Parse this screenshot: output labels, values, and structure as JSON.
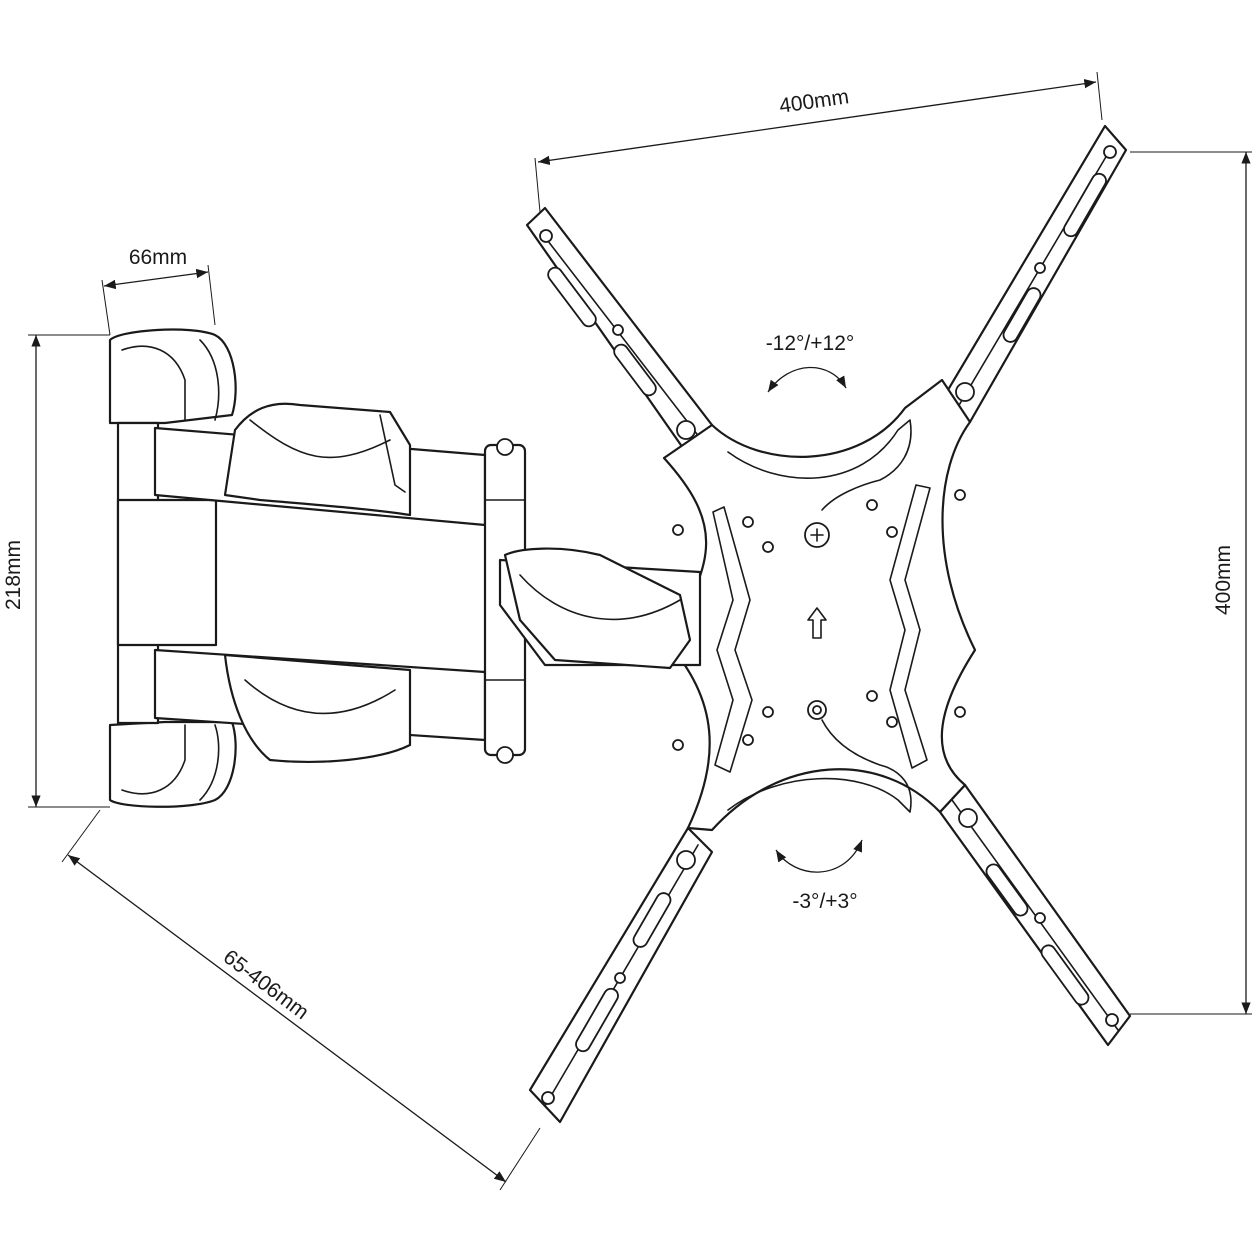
{
  "dimensions": {
    "plate_width": "400mm",
    "plate_height": "400mm",
    "wall_plate_width": "66mm",
    "wall_plate_height": "218mm",
    "arm_extension": "65-406mm"
  },
  "tilt": {
    "rotation": "-12°/+12°",
    "tilt_range": "-3°/+3°"
  },
  "colors": {
    "line": "#1a1a1a",
    "background": "#ffffff"
  }
}
